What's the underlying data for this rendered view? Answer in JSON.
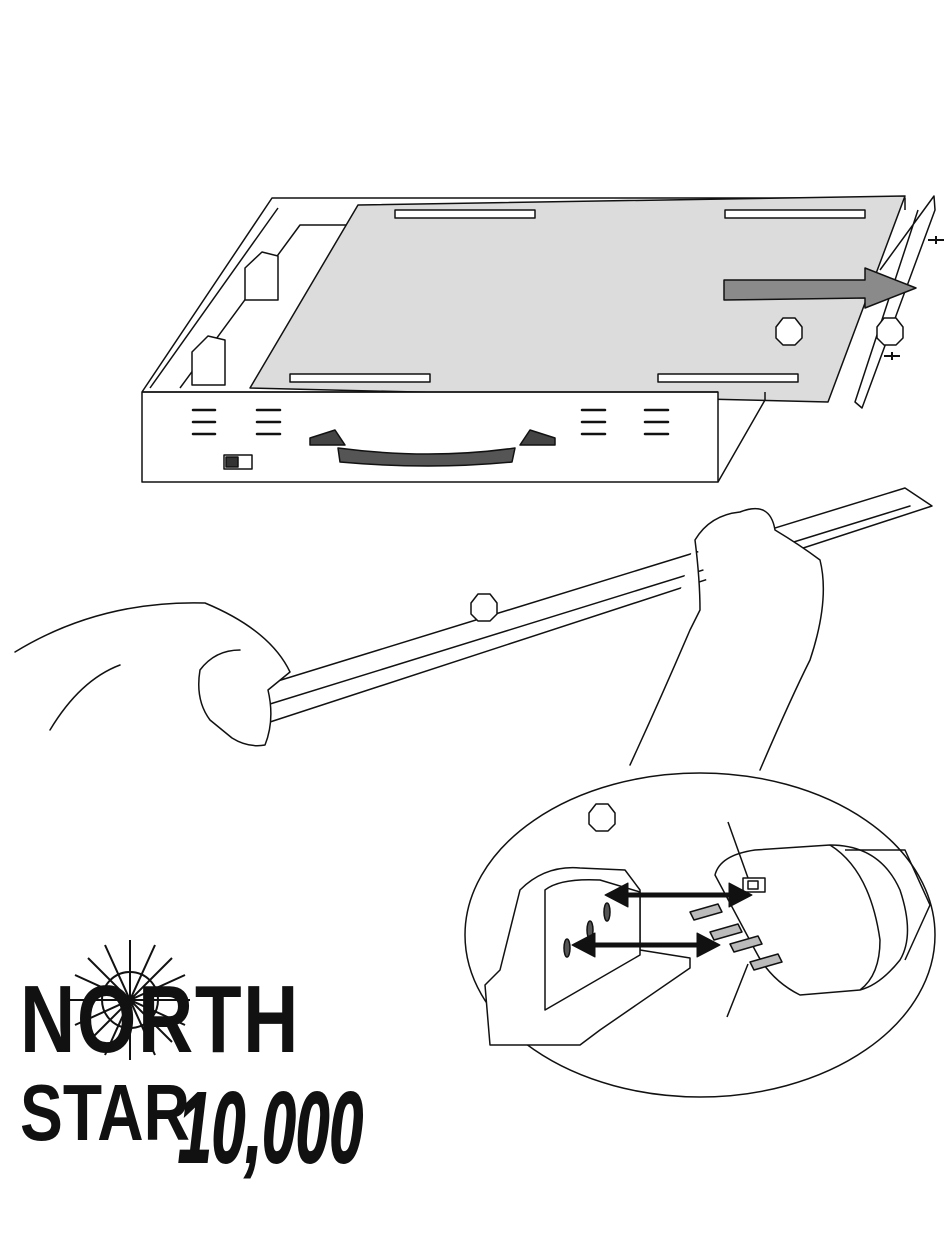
{
  "logo": {
    "line1": "NORTH",
    "line2": "STAR",
    "number": "10,000"
  },
  "colors": {
    "ink": "#111111",
    "panel": "#dcdcdc",
    "arrow": "#8a8a8a",
    "handle": "#555555"
  }
}
